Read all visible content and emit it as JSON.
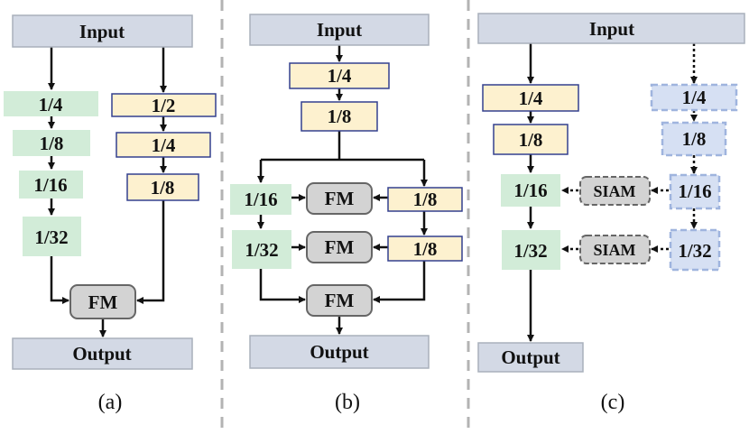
{
  "colors": {
    "io_fill": "#d3d9e5",
    "io_stroke": "#a9b0bc",
    "green_fill": "#d2ecd8",
    "green_stroke": "#d2ecd8",
    "yellow_fill": "#fdf1cf",
    "yellow_stroke": "#33408f",
    "gray_fill": "#d3d3d3",
    "gray_stroke": "#666666",
    "blue_fill": "#d6e0f3",
    "blue_stroke": "#9fb4de",
    "divider": "#b3b3b3",
    "arrow": "#111111"
  },
  "panel_a": {
    "input": "Input",
    "output": "Output",
    "fm": "FM",
    "caption": "(a)",
    "left_branch": [
      "1/4",
      "1/8",
      "1/16",
      "1/32"
    ],
    "right_branch": [
      "1/2",
      "1/4",
      "1/8"
    ]
  },
  "panel_b": {
    "input": "Input",
    "output": "Output",
    "caption": "(b)",
    "stem": [
      "1/4",
      "1/8"
    ],
    "left_branch": [
      "1/16",
      "1/32"
    ],
    "right_branch": [
      "1/8",
      "1/8"
    ],
    "fm": [
      "FM",
      "FM",
      "FM"
    ]
  },
  "panel_c": {
    "input": "Input",
    "output": "Output",
    "caption": "(c)",
    "left_branch": [
      "1/4",
      "1/8",
      "1/16",
      "1/32"
    ],
    "right_branch": [
      "1/4",
      "1/8",
      "1/16",
      "1/32"
    ],
    "siam": [
      "SIAM",
      "SIAM"
    ]
  }
}
